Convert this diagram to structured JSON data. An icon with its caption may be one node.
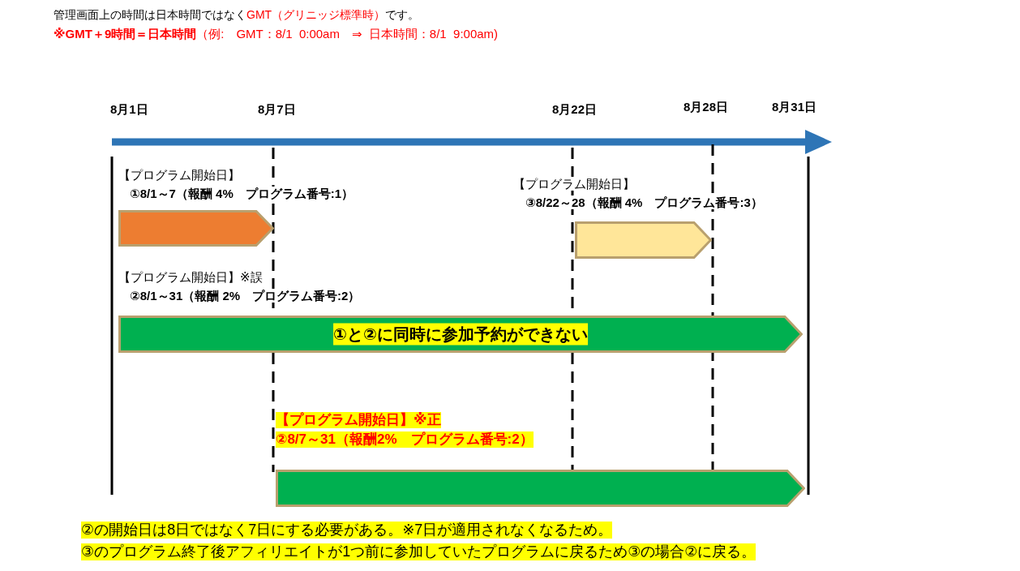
{
  "diagram": {
    "nodes": [
      {
        "text": [],
        "shape": "bar",
        "beside": [
          "【プログラム開始日】",
          "①8/1～7（報酬 4%　プログラム番号:1）"
        ]
      },
      {
        "text": [],
        "shape": "bar",
        "beside": [
          "【プログラム開始日】",
          "③8/22～28（報酬 4%　プログラム番号:3）"
        ]
      },
      {
        "text": [
          "①と②に同時に参加予約ができない"
        ],
        "beside": [
          "【プログラム開始日】※誤",
          "②8/1～31（報酬 2%　プログラム番号:2）"
        ]
      },
      {
        "text": [],
        "shape": "bar",
        "beside": [
          "【プログラム開始日】※正",
          "②8/7～31（報酬2%　プログラム番号:2）"
        ]
      }
    ],
    "labels": [
      "管理画面上の時間は日本時間ではなく",
      "GMT（グリニッジ標準時）",
      "です。",
      "※GMT＋9時間＝日本時間",
      "（例:　GMT：8/1  0:00am　⇒  日本時間：8/1  9:00am)",
      "8月1日",
      "8月7日",
      "8月22日",
      "8月28日",
      "8月31日",
      "②の開始日は8日ではなく7日にする必要がある。※7日が適用されなくなるため。",
      "③のプログラム終了後アフィリエイトが1つ前に参加していたプログラムに戻るため③の場合②に戻る。"
    ]
  }
}
